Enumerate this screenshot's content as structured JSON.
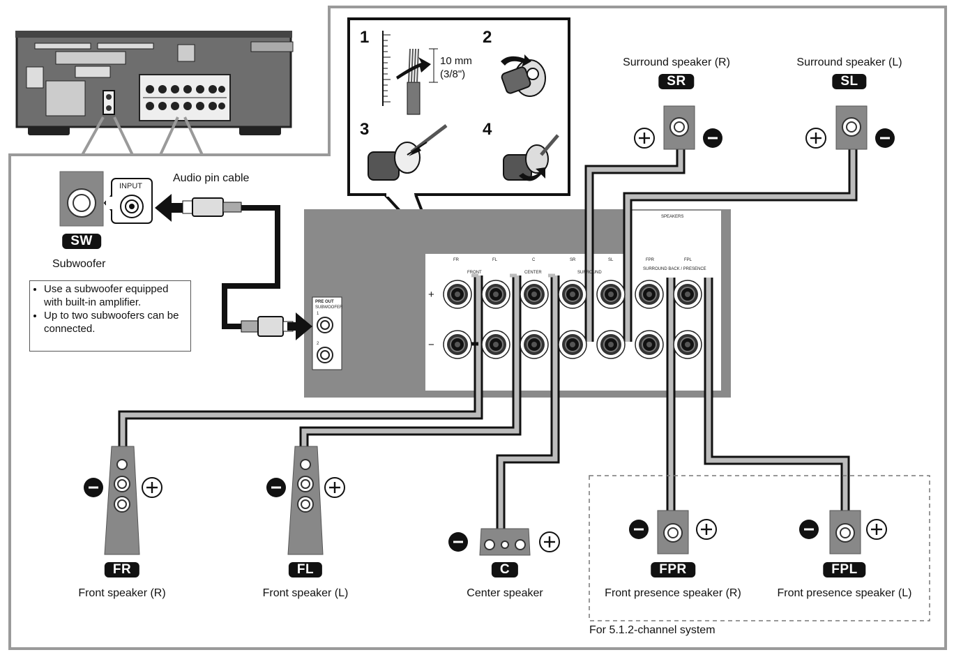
{
  "steps": [
    "1",
    "2",
    "3",
    "4"
  ],
  "strip_length": {
    "metric": "10 mm",
    "imperial": "(3/8\")"
  },
  "cable_label": "Audio pin cable",
  "subwoofer": {
    "input_label": "INPUT",
    "badge": "SW",
    "name": "Subwoofer"
  },
  "notes": [
    "Use a subwoofer equipped with built-in amplifier.",
    "Up to two subwoofers can be connected."
  ],
  "preout": {
    "label": "PRE OUT",
    "sub_label": "SUBWOOFER",
    "jack1": "1",
    "jack2": "2"
  },
  "panel": {
    "header": "SPEAKERS",
    "terminal_tags": [
      "FR",
      "FL",
      "C",
      "SR",
      "SL",
      "FPR",
      "FPL"
    ],
    "group_labels": {
      "front": "FRONT",
      "center": "CENTER",
      "surround": "SURROUND",
      "fp": "SURROUND BACK / PRESENCE"
    },
    "plus": "+",
    "minus": "−"
  },
  "speakers": [
    {
      "badge": "SR",
      "name": "Surround speaker (R)"
    },
    {
      "badge": "SL",
      "name": "Surround speaker (L)"
    },
    {
      "badge": "FR",
      "name": "Front speaker (R)"
    },
    {
      "badge": "FL",
      "name": "Front speaker (L)"
    },
    {
      "badge": "C",
      "name": "Center speaker"
    },
    {
      "badge": "FPR",
      "name": "Front presence speaker (R)"
    },
    {
      "badge": "FPL",
      "name": "Front presence speaker (L)"
    }
  ],
  "system_note": "For 5.1.2-channel system",
  "colors": {
    "cable_dark": "#111111",
    "cable_light": "#bcbcbc",
    "receiver_body": "#6e6e6e",
    "panel_gray": "#8a8a8a",
    "speaker_gray": "#888888"
  }
}
